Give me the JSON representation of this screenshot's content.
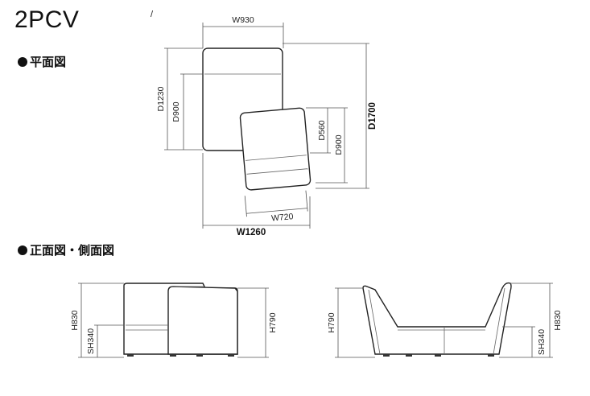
{
  "model": "2PCV",
  "tick_mark": "/",
  "sections": {
    "plan": "平面図",
    "front_side": "正面図・側面図"
  },
  "plan_dims": {
    "top_width": "W930",
    "left_outer_depth": "D1230",
    "left_inner_depth": "D900",
    "seat_depth": "D560",
    "seat_depth_2": "D900",
    "total_depth": "D1700",
    "seat_width": "W720",
    "total_width": "W1260"
  },
  "front_dims": {
    "height_outer": "H830",
    "seat_height": "SH340",
    "height_right": "H790"
  },
  "side_dims": {
    "height_left": "H790",
    "seat_height": "SH340",
    "height_outer": "H830"
  }
}
